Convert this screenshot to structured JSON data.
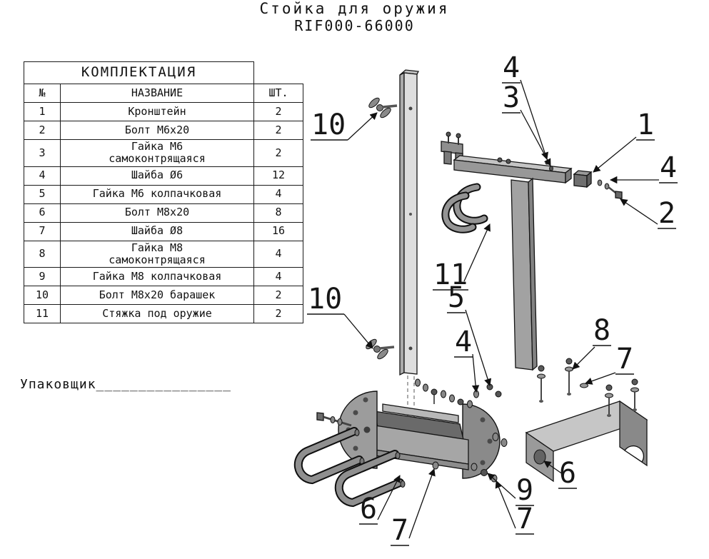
{
  "title": {
    "line1": "Стойка для оружия",
    "line2": "RIF000-66000"
  },
  "spec_table": {
    "header": "КОМПЛЕКТАЦИЯ",
    "col_num": "№",
    "col_name": "НАЗВАНИЕ",
    "col_qty": "ШТ.",
    "rows": [
      {
        "num": "1",
        "name": "Кронштейн",
        "qty": "2"
      },
      {
        "num": "2",
        "name": "Болт М6х20",
        "qty": "2"
      },
      {
        "num": "3",
        "name": "Гайка М6\nсамоконтрящаяся",
        "qty": "2"
      },
      {
        "num": "4",
        "name": "Шайба Ø6",
        "qty": "12"
      },
      {
        "num": "5",
        "name": "Гайка М6 колпачковая",
        "qty": "4"
      },
      {
        "num": "6",
        "name": "Болт М8х20",
        "qty": "8"
      },
      {
        "num": "7",
        "name": "Шайба Ø8",
        "qty": "16"
      },
      {
        "num": "8",
        "name": "Гайка М8\nсамоконтрящаяся",
        "qty": "4"
      },
      {
        "num": "9",
        "name": "Гайка М8 колпачковая",
        "qty": "4"
      },
      {
        "num": "10",
        "name": "Болт М8х20 барашек",
        "qty": "2"
      },
      {
        "num": "11",
        "name": "Стяжка под оружие",
        "qty": "2"
      }
    ]
  },
  "packer_label": "Упаковщик________________",
  "diagram": {
    "callouts": [
      {
        "label": "10"
      },
      {
        "label": "4"
      },
      {
        "label": "3"
      },
      {
        "label": "1"
      },
      {
        "label": "4"
      },
      {
        "label": "2"
      },
      {
        "label": "11"
      },
      {
        "label": "10"
      },
      {
        "label": "5"
      },
      {
        "label": "4"
      },
      {
        "label": "8"
      },
      {
        "label": "7"
      },
      {
        "label": "6"
      },
      {
        "label": "9"
      },
      {
        "label": "7"
      },
      {
        "label": "6"
      },
      {
        "label": "7"
      }
    ]
  }
}
